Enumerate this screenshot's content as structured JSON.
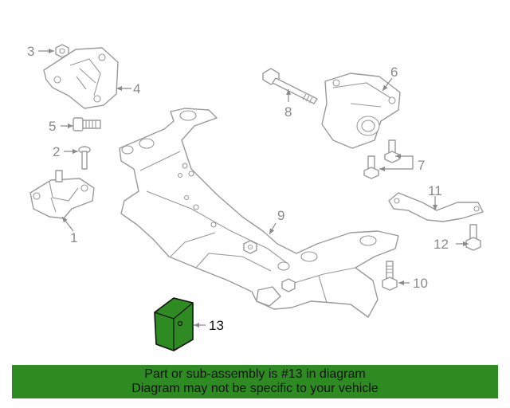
{
  "callouts": {
    "c1": "1",
    "c2": "2",
    "c3": "3",
    "c4": "4",
    "c5": "5",
    "c6": "6",
    "c7": "7",
    "c8": "8",
    "c9": "9",
    "c10": "10",
    "c11": "11",
    "c12": "12",
    "c13": "13"
  },
  "banner": {
    "line1": "Part or sub-assembly is #13 in diagram",
    "line2": "Diagram may not be specific to your vehicle"
  },
  "colors": {
    "highlight": "#2e8b22",
    "line_art": "#9a9a9a"
  }
}
